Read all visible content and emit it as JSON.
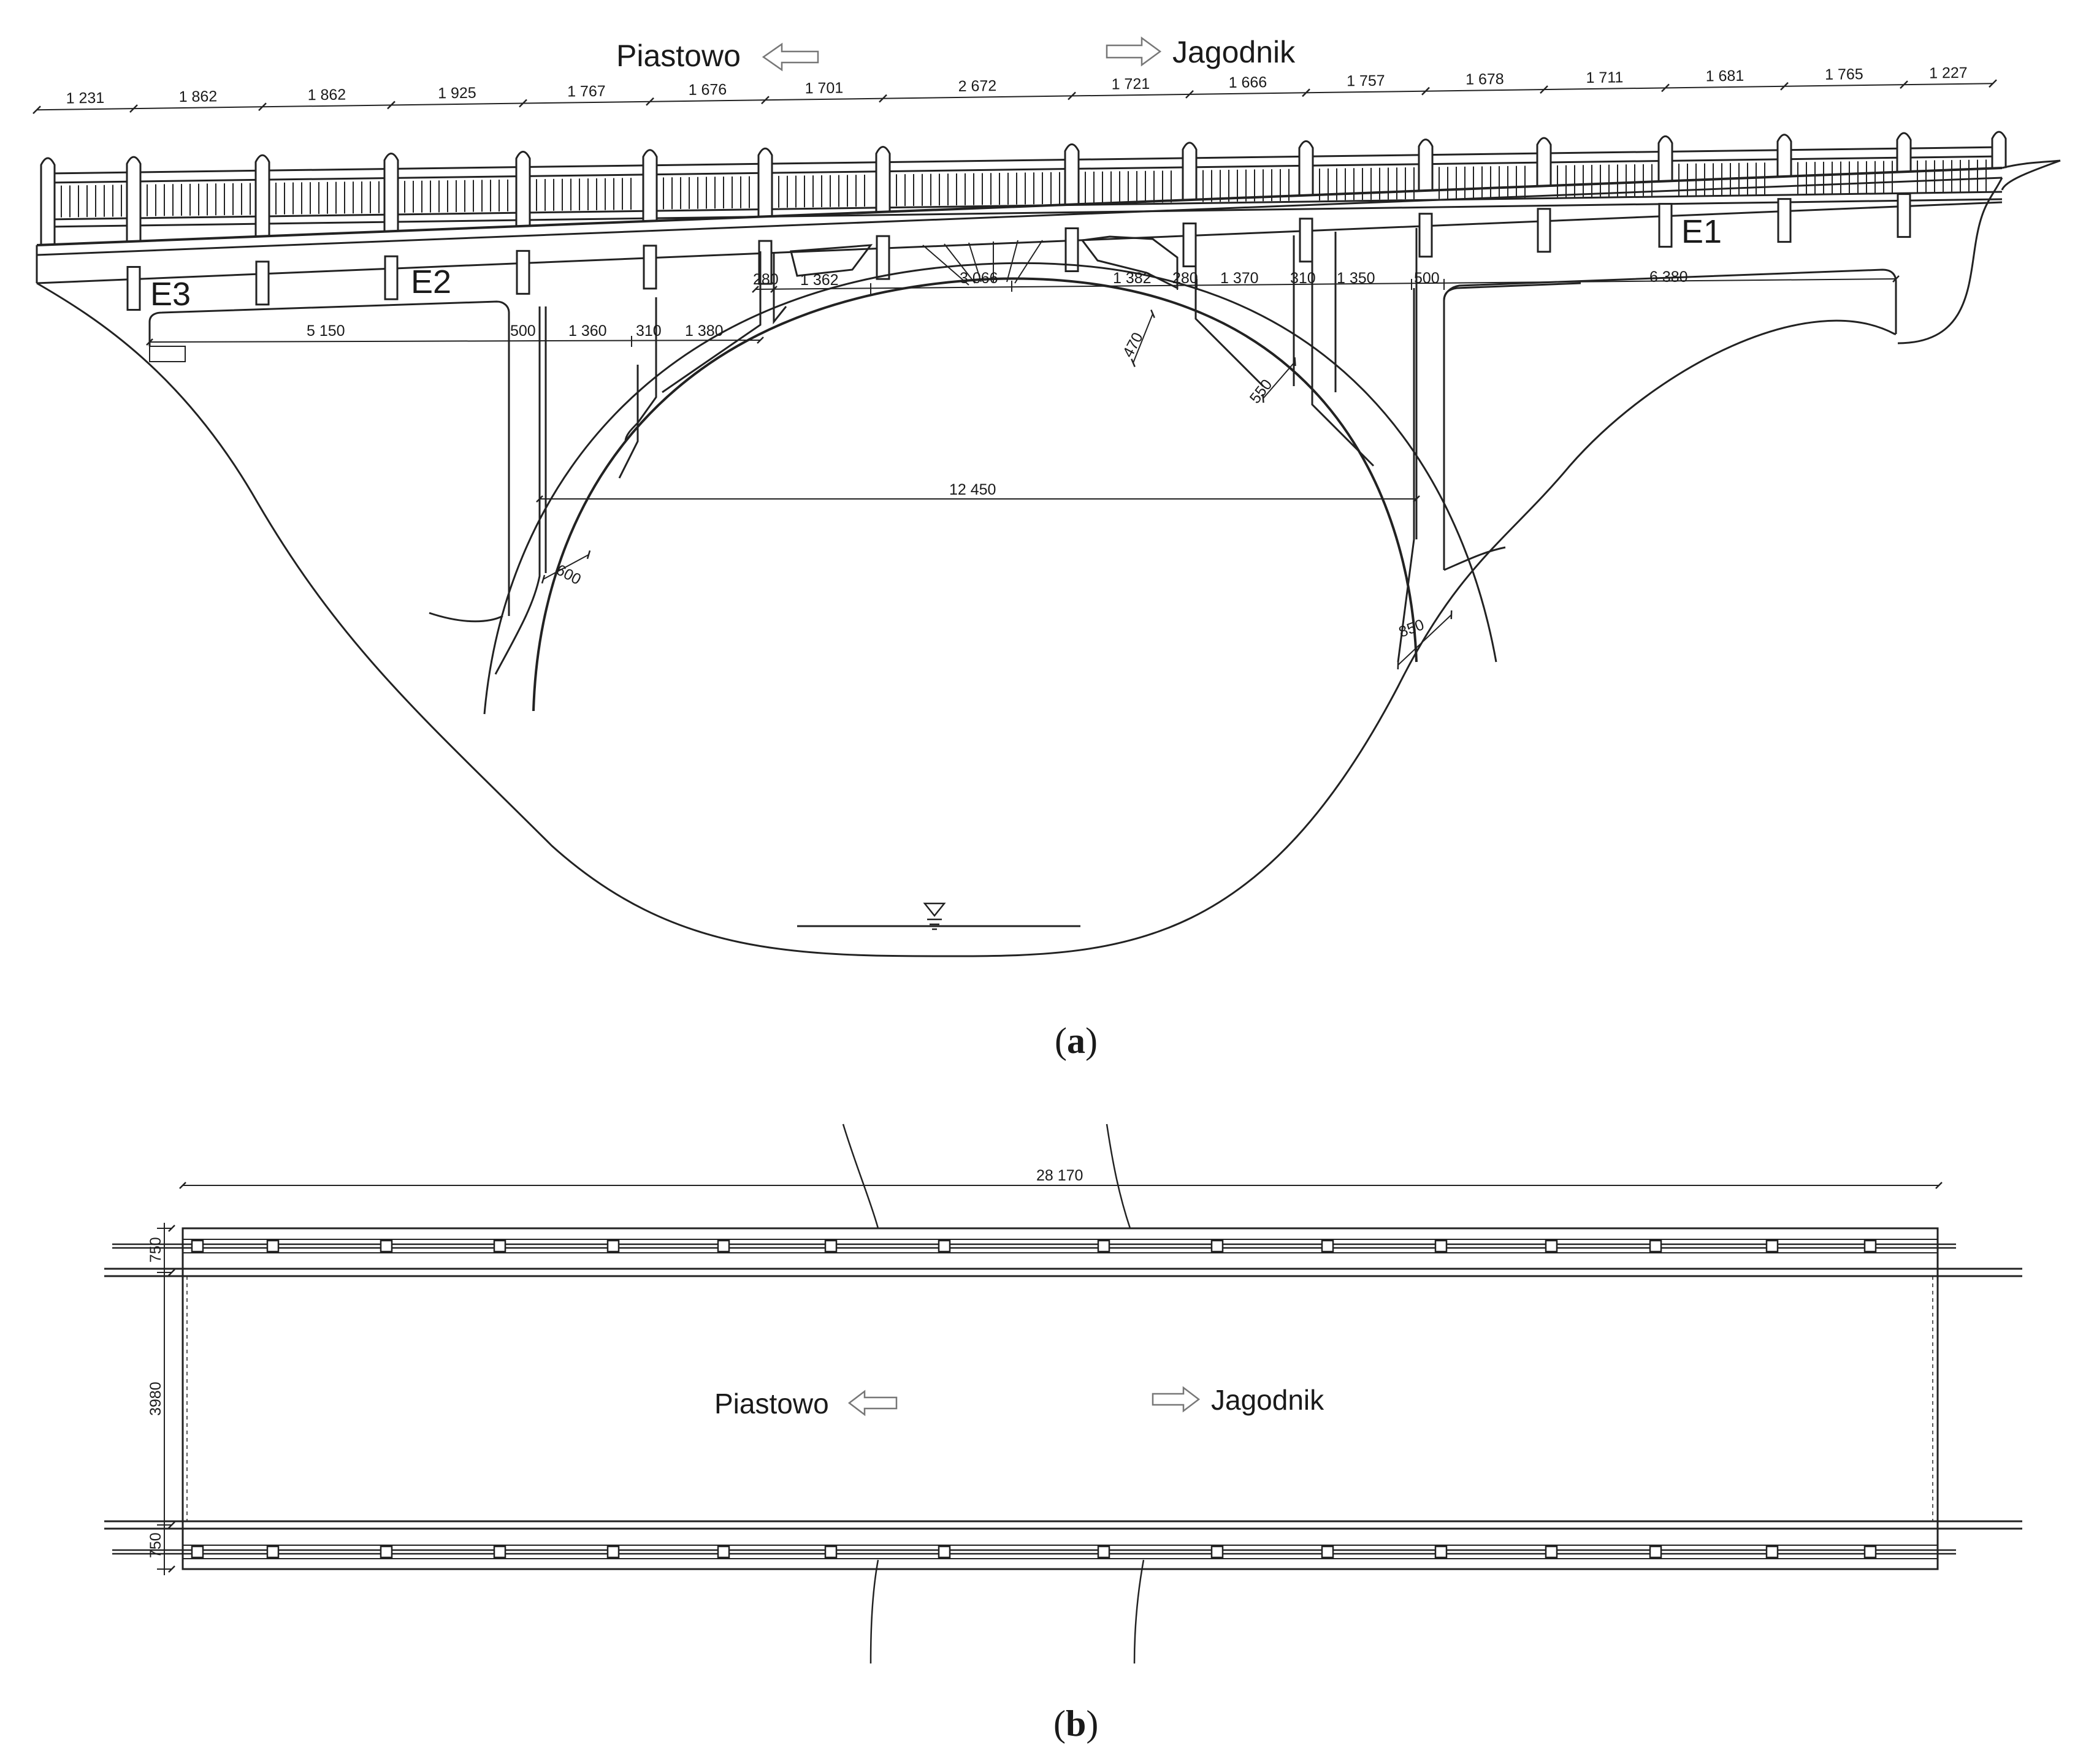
{
  "elevation": {
    "direction_left": "Piastowo",
    "direction_right": "Jagodnik",
    "railing_post_spacing": [
      "1 231",
      "1 862",
      "1 862",
      "1 925",
      "1 767",
      "1 676",
      "1 701",
      "2 672",
      "1 721",
      "1 666",
      "1 757",
      "1 678",
      "1 711",
      "1 681",
      "1 765",
      "1 227"
    ],
    "sensor_labels": {
      "e1": "E1",
      "e2": "E2",
      "e3": "E3"
    },
    "upper_dims": {
      "d280_left": "280",
      "d1362": "1 362",
      "d3066": "3 066",
      "d1382": "1 382",
      "d280_right": "280",
      "d1370": "1 370",
      "d310_right": "310",
      "d1350": "1 350",
      "d500_right": "500",
      "d6380": "6 380"
    },
    "lower_dims": {
      "d5150": "5 150",
      "d500_left": "500",
      "d1360": "1 360",
      "d310_left": "310",
      "d1380": "1 380"
    },
    "arch_thickness": {
      "t470": "470",
      "t550": "550",
      "t600": "600",
      "t850": "850"
    },
    "arch_span": "12 450"
  },
  "plan": {
    "overall_length": "28 170",
    "walkway_width_top": "750",
    "carriageway_width": "3980",
    "walkway_width_bottom": "750",
    "direction_left": "Piastowo",
    "direction_right": "Jagodnik"
  },
  "captions": {
    "a": {
      "open": "(",
      "letter": "a",
      "close": ")"
    },
    "b": {
      "open": "(",
      "letter": "b",
      "close": ")"
    }
  }
}
